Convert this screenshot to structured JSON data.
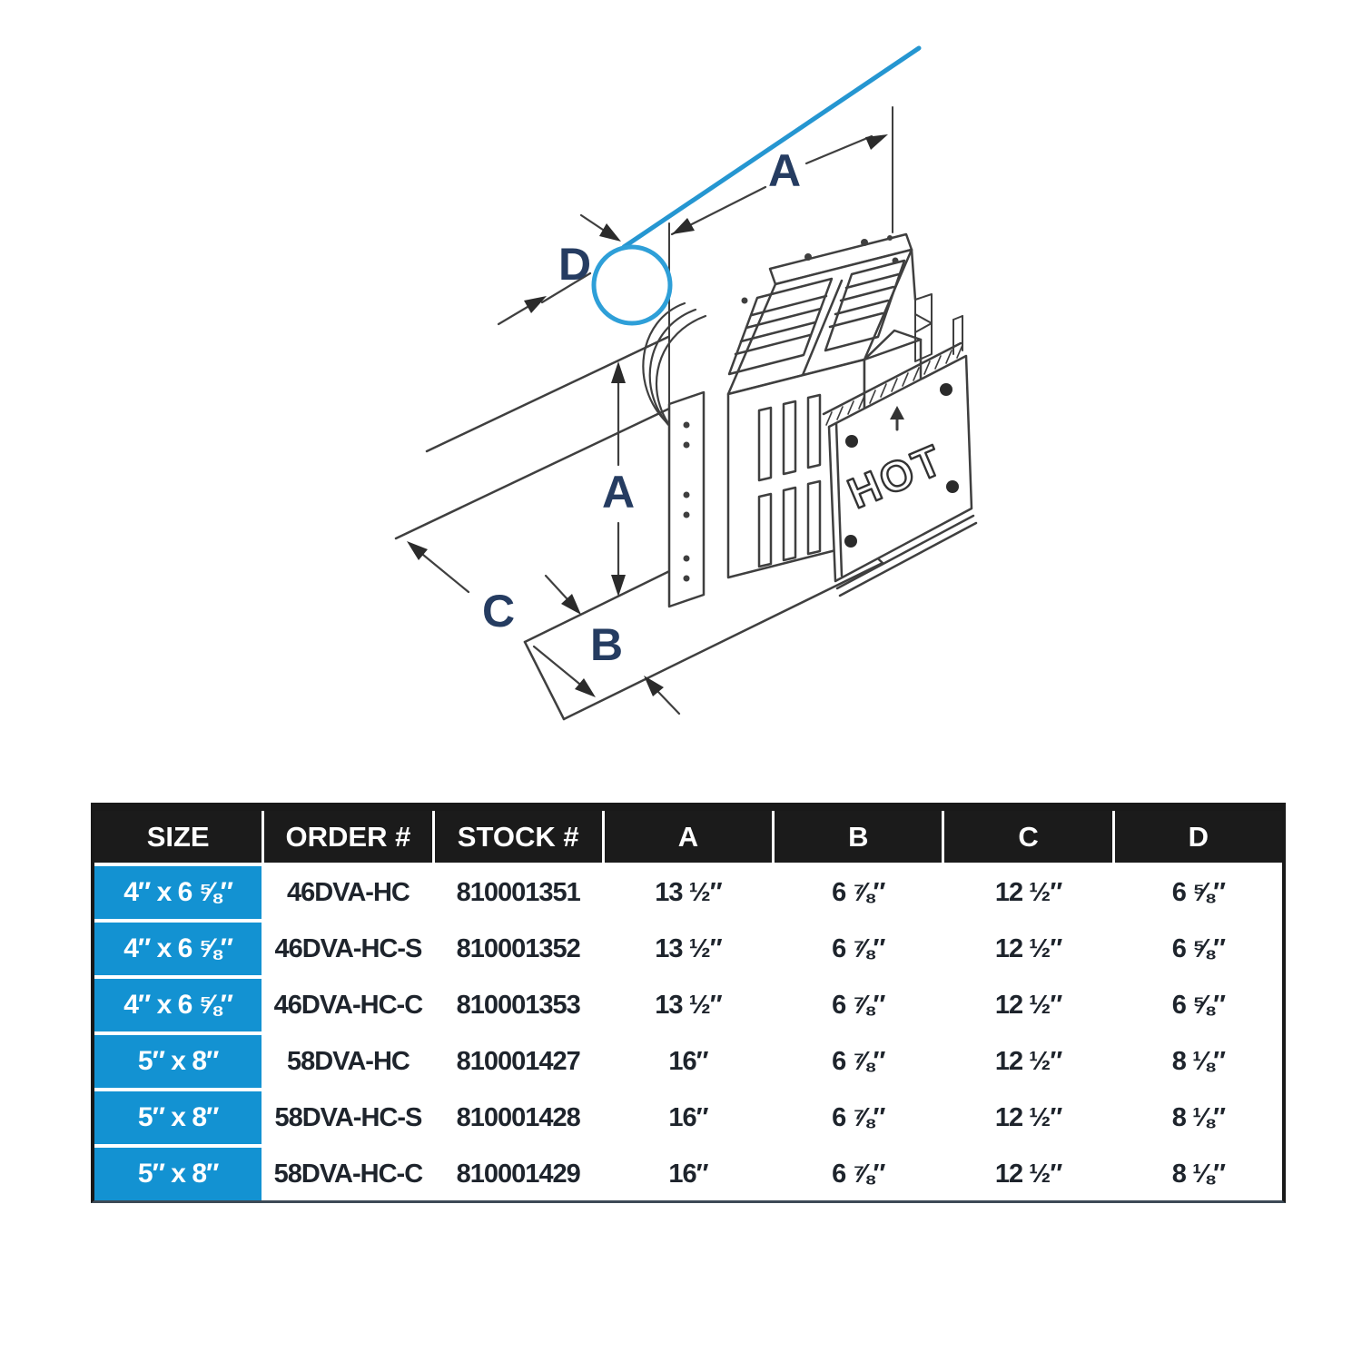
{
  "diagram": {
    "labels": {
      "a_top": "A",
      "d": "D",
      "a_mid": "A",
      "c": "C",
      "b": "B"
    },
    "hot_label": "HOT",
    "colors": {
      "pipe_blue": "#2596d1",
      "label_navy": "#253c61",
      "line_gray": "#3f3f3f"
    }
  },
  "table": {
    "headers": [
      "SIZE",
      "ORDER #",
      "STOCK #",
      "A",
      "B",
      "C",
      "D"
    ],
    "rows": [
      [
        "4″ x 6 ⅝″",
        "46DVA-HC",
        "810001351",
        "13 ½″",
        "6 ⅞″",
        "12 ½″",
        "6 ⅝″"
      ],
      [
        "4″ x 6 ⅝″",
        "46DVA-HC-S",
        "810001352",
        "13 ½″",
        "6 ⅞″",
        "12 ½″",
        "6 ⅝″"
      ],
      [
        "4″ x 6 ⅝″",
        "46DVA-HC-C",
        "810001353",
        "13 ½″",
        "6 ⅞″",
        "12 ½″",
        "6 ⅝″"
      ],
      [
        "5″ x 8″",
        "58DVA-HC",
        "810001427",
        "16″",
        "6 ⅞″",
        "12 ½″",
        "8 ⅛″"
      ],
      [
        "5″ x 8″",
        "58DVA-HC-S",
        "810001428",
        "16″",
        "6 ⅞″",
        "12 ½″",
        "8 ⅛″"
      ],
      [
        "5″ x 8″",
        "58DVA-HC-C",
        "810001429",
        "16″",
        "6 ⅞″",
        "12 ½″",
        "8 ⅛″"
      ]
    ],
    "colors": {
      "header_bg": "#1b1b1b",
      "size_col_bg": "#1392d2",
      "alt_row_bg": "#d4e4f4"
    }
  }
}
